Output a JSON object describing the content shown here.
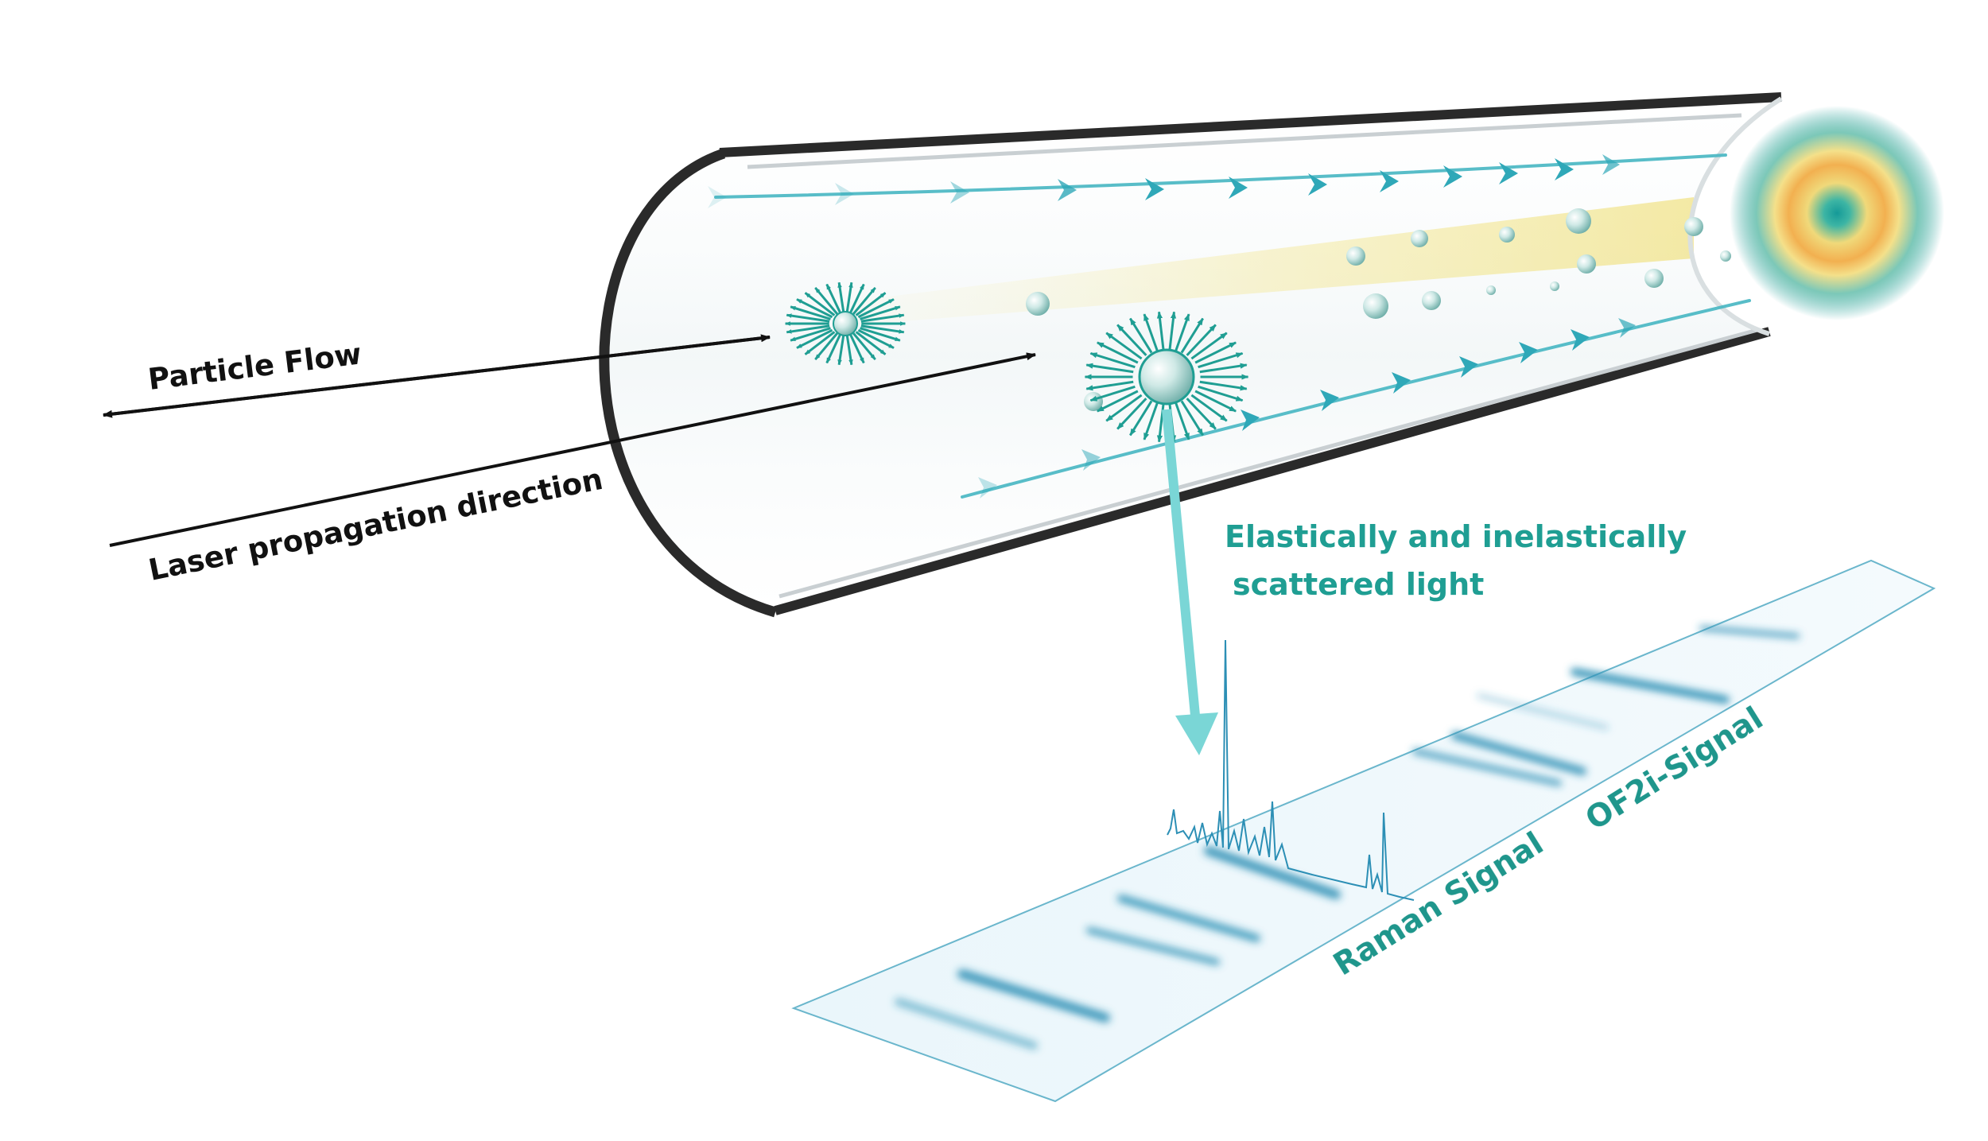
{
  "labels": {
    "particle_flow": "Particle Flow",
    "laser_direction": "Laser propagation direction",
    "scattered_light_line1": "Elastically and inelastically",
    "scattered_light_line2": "scattered light",
    "raman_signal": "Raman Signal",
    "of2i_signal": "OF2i-Signal"
  },
  "colors": {
    "teal": "#1f9e93",
    "flow_arrow": "#2fa8b8",
    "tube_dark": "#2a2a2a",
    "beam_yellow": "#f2e27a",
    "arrow_black": "#111111"
  }
}
